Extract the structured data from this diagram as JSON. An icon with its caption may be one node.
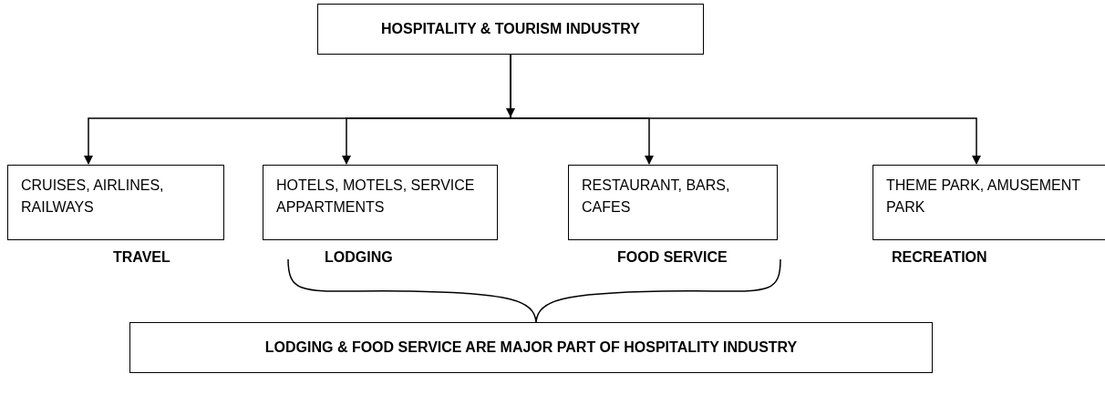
{
  "diagram": {
    "nodes": [
      {
        "text": [
          "HOSPITALITY & TOURISM INDUSTRY"
        ]
      },
      {
        "text": [
          "CRUISES, AIRLINES, RAILWAYS"
        ],
        "beside": [
          "TRAVEL"
        ]
      },
      {
        "text": [
          "HOTELS, MOTELS, SERVICE APPARTMENTS"
        ],
        "beside": [
          "LODGING"
        ]
      },
      {
        "text": [
          "RESTAURANT, BARS, CAFES"
        ],
        "beside": [
          "FOOD SERVICE"
        ]
      },
      {
        "text": [
          "THEME PARK, AMUSEMENT PARK"
        ],
        "beside": [
          "RECREATION"
        ]
      },
      {
        "text": [
          "LODGING & FOOD SERVICE ARE MAJOR PART OF HOSPITALITY INDUSTRY"
        ]
      }
    ],
    "edges": [
      {
        "from": 0,
        "to": 1,
        "arrow": "to"
      },
      {
        "from": 0,
        "to": 2,
        "arrow": "to"
      },
      {
        "from": 0,
        "to": 3,
        "arrow": "to"
      },
      {
        "from": 0,
        "to": 4,
        "arrow": "to"
      }
    ]
  }
}
